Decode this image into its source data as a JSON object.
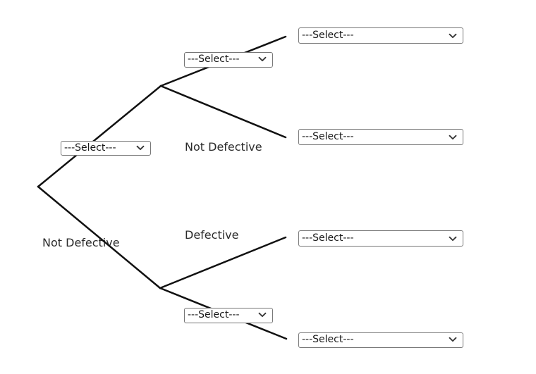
{
  "controls": {
    "select_placeholder": "---Select---"
  },
  "labels": {
    "upper_node_lower_branch": "Not Defective",
    "lower_node_upper_branch": "Defective",
    "root_lower_branch": "Not Defective"
  },
  "tree": {
    "type": "probability-tree",
    "levels": 2,
    "root_branches": [
      {
        "branch": "root-upper",
        "label_control": "select-dropdown",
        "label_value": "---Select---"
      },
      {
        "branch": "root-lower",
        "label_text": "Not Defective"
      }
    ],
    "second_level_branches": [
      {
        "branch": "upper-node-upper",
        "label_control": "select-dropdown",
        "label_value": "---Select---"
      },
      {
        "branch": "upper-node-lower",
        "label_text": "Not Defective"
      },
      {
        "branch": "lower-node-upper",
        "label_text": "Defective"
      },
      {
        "branch": "lower-node-lower",
        "label_control": "select-dropdown",
        "label_value": "---Select---"
      }
    ],
    "leaf_outcome_controls": [
      {
        "position": "top",
        "control": "select-dropdown",
        "value": "---Select---"
      },
      {
        "position": "upper-middle",
        "control": "select-dropdown",
        "value": "---Select---"
      },
      {
        "position": "lower-middle",
        "control": "select-dropdown",
        "value": "---Select---"
      },
      {
        "position": "bottom",
        "control": "select-dropdown",
        "value": "---Select---"
      }
    ]
  },
  "colors": {
    "background": "#ffffff",
    "branch_line": "#111111",
    "label_text": "#2b2b2b",
    "select_border": "#767676",
    "select_text": "#1a1a1a",
    "chevron": "#333333"
  }
}
